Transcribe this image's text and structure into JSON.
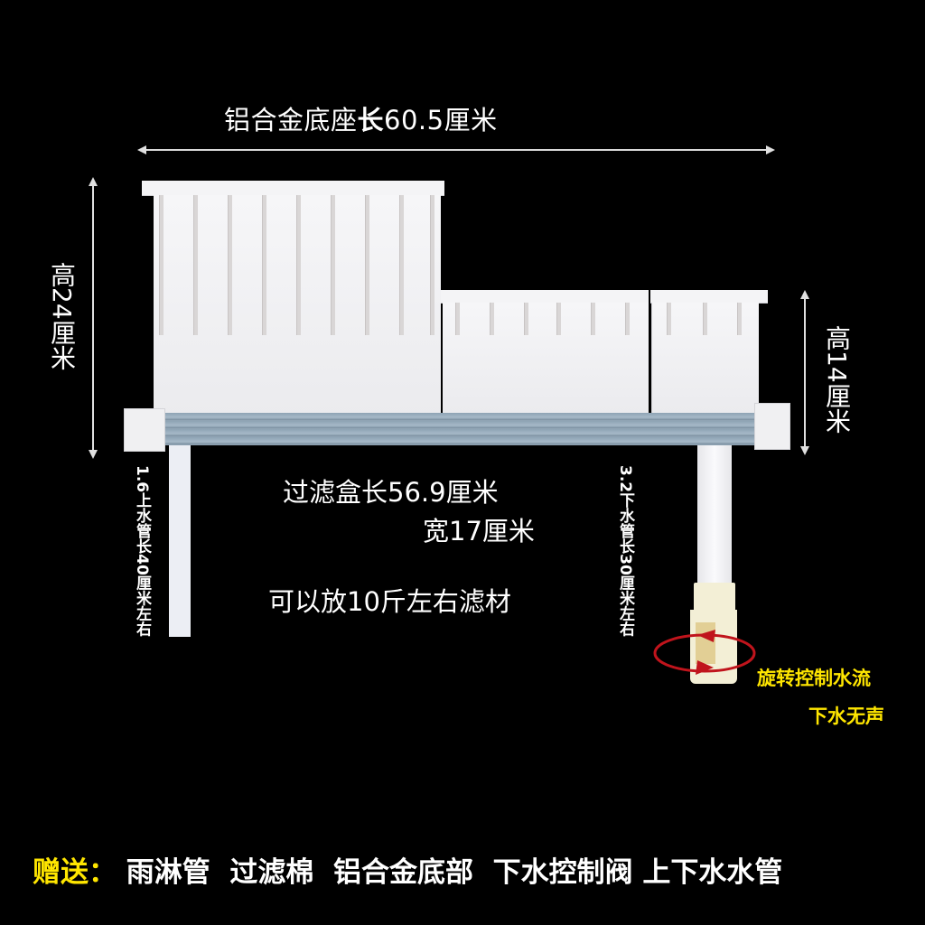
{
  "dimensions": {
    "base_length": {
      "prefix": "铝合金底座",
      "bold": "长",
      "value": "60.5厘米"
    },
    "height_left": "高24厘米",
    "height_right": "高14厘米",
    "inlet_pipe": "1.6上水管长40厘米左右",
    "outlet_pipe": "3.2下水管长30厘米左右"
  },
  "filter_box": {
    "length": "过滤盒长56.9厘米",
    "width": "宽17厘米",
    "capacity": "可以放10斤左右滤材"
  },
  "valve": {
    "feature_1": "旋转控制水流",
    "feature_2": "下水无声"
  },
  "gifts": {
    "label": "赠送：",
    "items": [
      "雨淋管",
      "过滤棉",
      "铝合金底部",
      "下水控制阀",
      "上下水水管"
    ]
  },
  "colors": {
    "background": "#000000",
    "highlight": "#ffe600",
    "rotation_arrow": "#c0141c",
    "valve": "#f3efd6"
  }
}
